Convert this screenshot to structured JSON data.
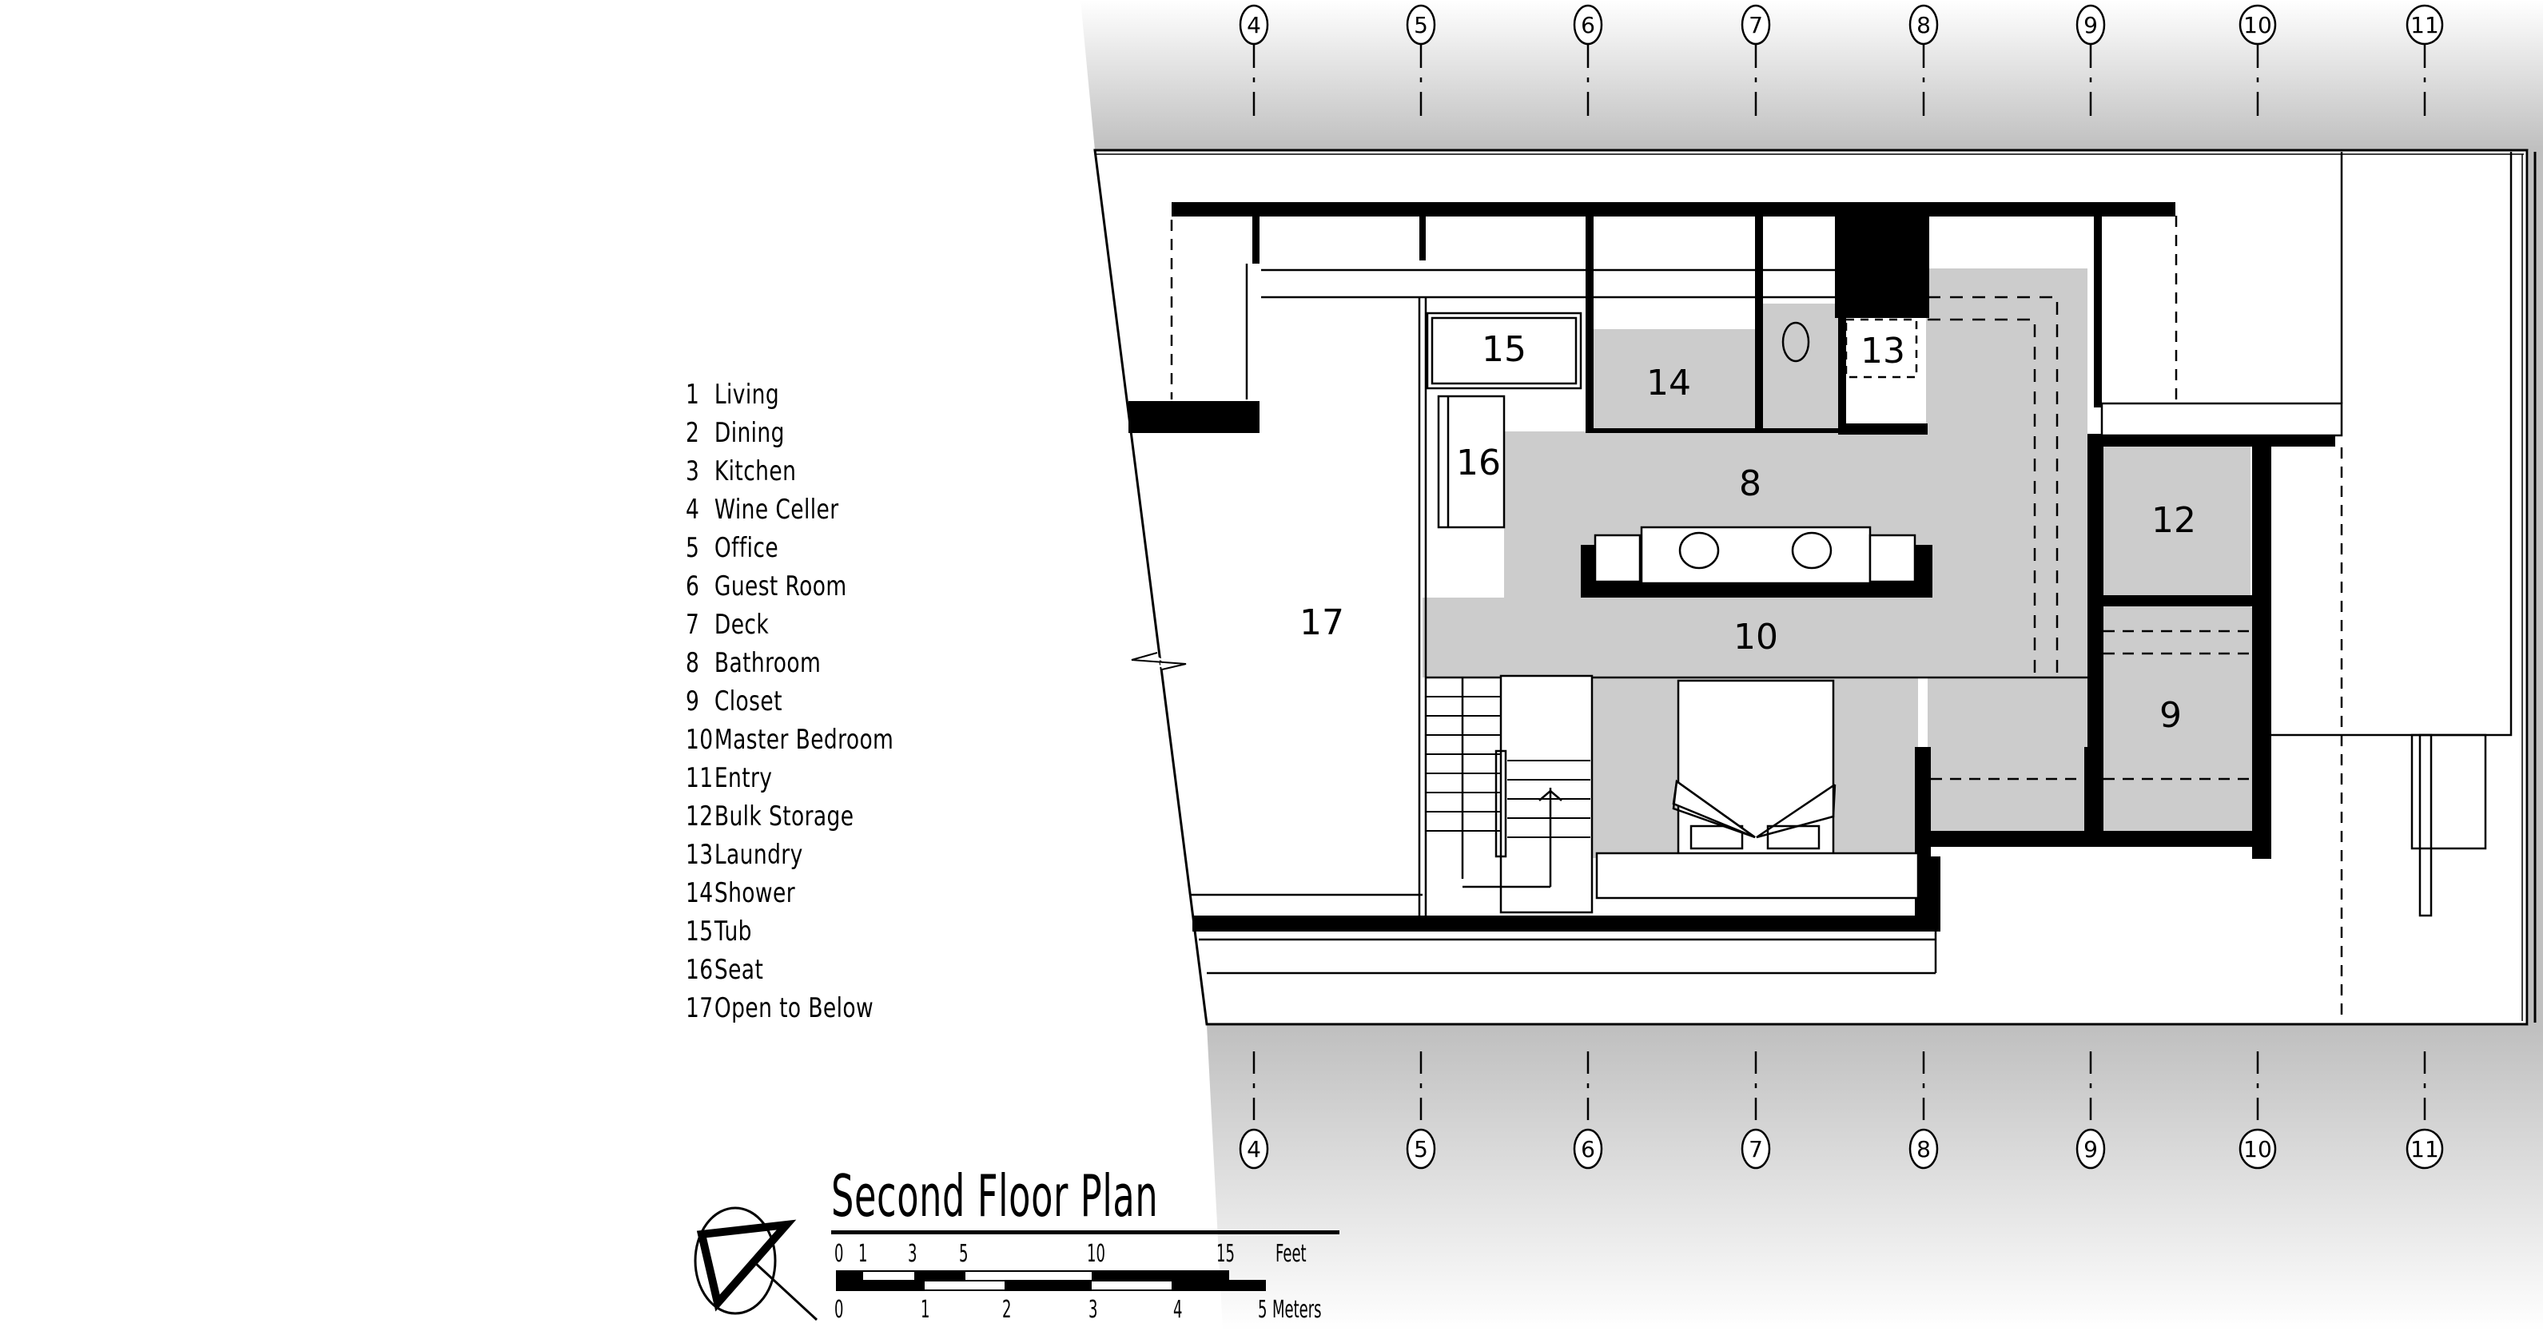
{
  "legend": {
    "items": [
      {
        "num": "1",
        "label": "Living"
      },
      {
        "num": "2",
        "label": "Dining"
      },
      {
        "num": "3",
        "label": "Kitchen"
      },
      {
        "num": "4",
        "label": "Wine Celler"
      },
      {
        "num": "5",
        "label": "Office"
      },
      {
        "num": "6",
        "label": "Guest Room"
      },
      {
        "num": "7",
        "label": "Deck"
      },
      {
        "num": "8",
        "label": "Bathroom"
      },
      {
        "num": "9",
        "label": "Closet"
      },
      {
        "num": "10",
        "label": "Master Bedroom"
      },
      {
        "num": "11",
        "label": "Entry"
      },
      {
        "num": "12",
        "label": "Bulk Storage"
      },
      {
        "num": "13",
        "label": "Laundry"
      },
      {
        "num": "14",
        "label": "Shower"
      },
      {
        "num": "15",
        "label": "Tub"
      },
      {
        "num": "16",
        "label": "Seat"
      },
      {
        "num": "17",
        "label": "Open to Below"
      }
    ]
  },
  "title": "Second Floor Plan",
  "scale_bar": {
    "feet_ticks": [
      "0",
      "1",
      "3",
      "5",
      "10",
      "15"
    ],
    "feet_unit": "Feet",
    "meter_ticks": [
      "0",
      "1",
      "2",
      "3",
      "4",
      "5"
    ],
    "meter_unit": "Meters"
  },
  "grid_lines": {
    "top": [
      "4",
      "5",
      "6",
      "7",
      "8",
      "9",
      "10",
      "11"
    ],
    "bottom": [
      "4",
      "5",
      "6",
      "7",
      "8",
      "9",
      "10",
      "11"
    ]
  },
  "room_tags": {
    "r8": "8",
    "r9": "9",
    "r10": "10",
    "r12": "12",
    "r13": "13",
    "r14": "14",
    "r15": "15",
    "r16": "16",
    "r17": "17"
  },
  "north_arrow": "north-arrow",
  "colors": {
    "wall": "#000000",
    "floor_fill": "#cccccc",
    "band_dark": "#c0c0c0",
    "background": "#ffffff"
  }
}
